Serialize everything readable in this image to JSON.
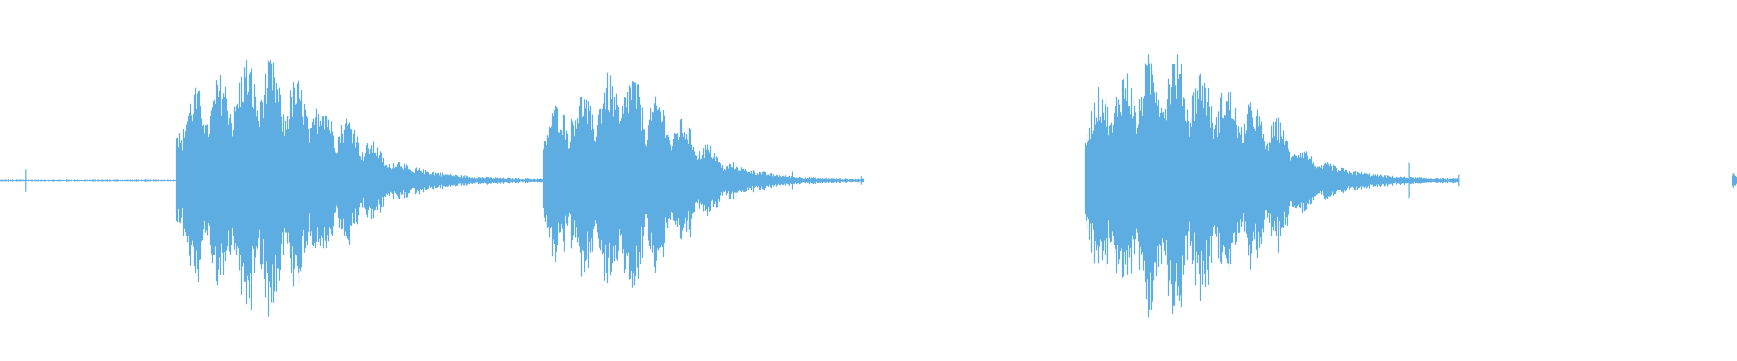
{
  "waveform": {
    "color": "#5dade2",
    "background": "#ffffff",
    "baseline": "center",
    "segments": [
      {
        "start": 0.0,
        "end": 0.018,
        "peak": 0.01
      },
      {
        "start": 0.013,
        "end": 0.017,
        "peak": 0.08
      },
      {
        "start": 0.018,
        "end": 0.101,
        "peak": 0.01
      },
      {
        "start": 0.101,
        "end": 0.205,
        "peak": 0.92
      },
      {
        "start": 0.205,
        "end": 0.312,
        "peak": 0.03
      },
      {
        "start": 0.312,
        "end": 0.4,
        "peak": 0.82
      },
      {
        "start": 0.4,
        "end": 0.497,
        "peak": 0.03
      },
      {
        "start": 0.624,
        "end": 0.737,
        "peak": 0.96
      },
      {
        "start": 0.737,
        "end": 0.84,
        "peak": 0.03
      },
      {
        "start": 0.997,
        "end": 1.0,
        "peak": 0.04
      }
    ],
    "bursts": [
      {
        "start": 0.101,
        "attack_end": 0.118,
        "peak_center": 0.148,
        "decay_end": 0.205,
        "tail_end": 0.312,
        "amplitude": 0.92
      },
      {
        "start": 0.312,
        "attack_end": 0.33,
        "peak_center": 0.358,
        "decay_end": 0.4,
        "tail_end": 0.497,
        "amplitude": 0.82
      },
      {
        "start": 0.624,
        "attack_end": 0.64,
        "peak_center": 0.67,
        "decay_end": 0.737,
        "tail_end": 0.84,
        "amplitude": 0.96
      }
    ],
    "clicks": [
      {
        "pos": 0.015,
        "amplitude": 0.08
      },
      {
        "pos": 0.278,
        "amplitude": 0.02
      },
      {
        "pos": 0.456,
        "amplitude": 0.06
      },
      {
        "pos": 0.496,
        "amplitude": 0.03
      },
      {
        "pos": 0.811,
        "amplitude": 0.12
      },
      {
        "pos": 0.84,
        "amplitude": 0.04
      },
      {
        "pos": 0.998,
        "amplitude": 0.05
      }
    ]
  }
}
